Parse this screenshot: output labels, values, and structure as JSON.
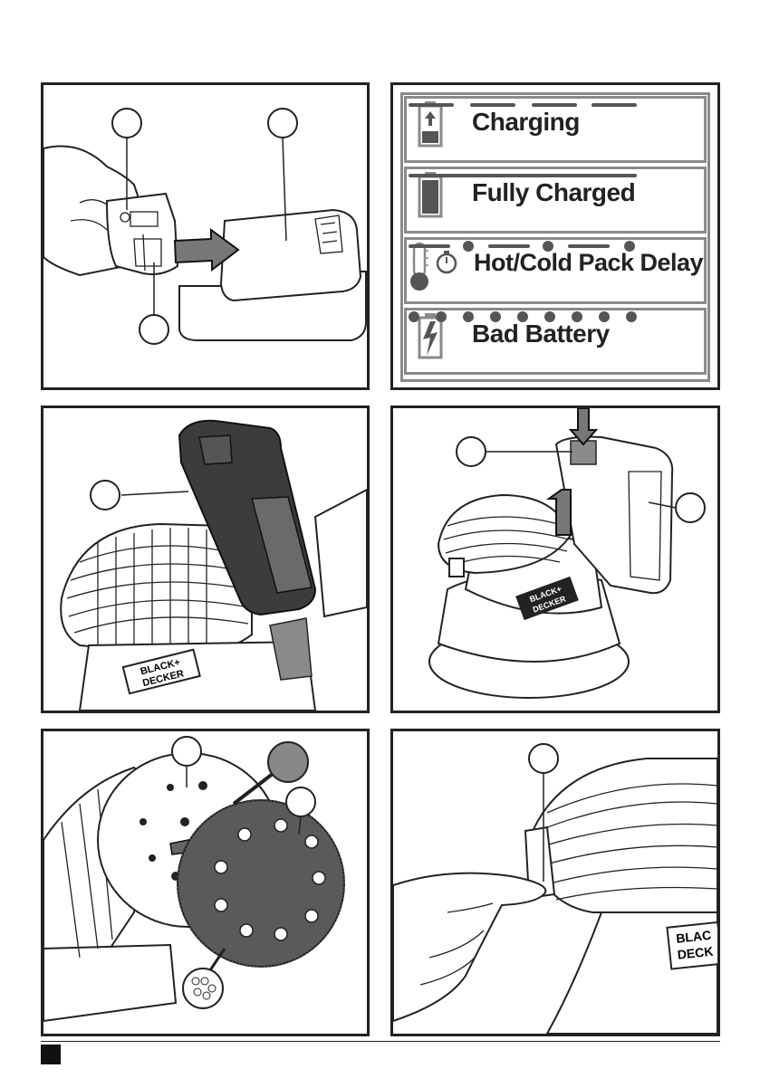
{
  "led_legend": {
    "rows": [
      {
        "label": "Charging",
        "icon": "battery-charging-icon",
        "pattern": "dashes"
      },
      {
        "label": "Fully Charged",
        "icon": "battery-full-icon",
        "pattern": "solid"
      },
      {
        "label": "Hot/Cold Pack Delay",
        "icon": "thermometer-timer-icon",
        "pattern": "dash-dot"
      },
      {
        "label": "Bad Battery",
        "icon": "battery-bad-icon",
        "pattern": "dots"
      }
    ]
  },
  "colors": {
    "line": "#222222",
    "legend_border": "#8a8a8a",
    "dark_fill": "#3c3c3c"
  }
}
